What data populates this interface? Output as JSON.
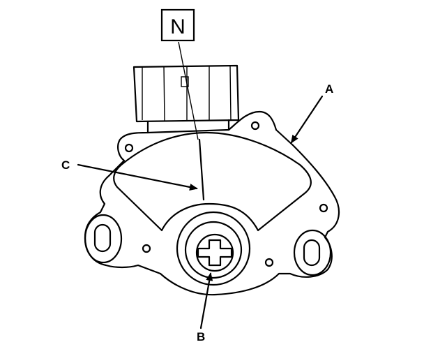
{
  "diagram": {
    "position_box_label": "N",
    "callouts": {
      "a": "A",
      "b": "B",
      "c": "C"
    }
  }
}
